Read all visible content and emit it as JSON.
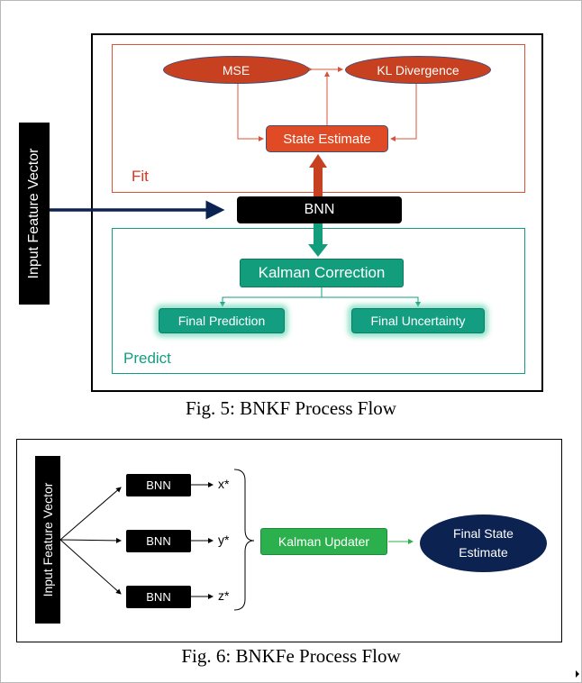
{
  "fig5": {
    "caption": "Fig. 5: BNKF Process Flow",
    "input_label": "Input  Feature Vector",
    "fit": {
      "label": "Fit",
      "mse": "MSE",
      "kl": "KL Divergence",
      "state_estimate": "State Estimate"
    },
    "bnn": "BNN",
    "predict": {
      "label": "Predict",
      "kalman_correction": "Kalman Correction",
      "final_prediction": "Final Prediction",
      "final_uncertainty": "Final Uncertainty"
    }
  },
  "fig6": {
    "caption": "Fig. 6: BNKFe Process Flow",
    "input_label": "Input  Feature Vector",
    "bnns": [
      {
        "label": "BNN",
        "output": "x*"
      },
      {
        "label": "BNN",
        "output": "y*"
      },
      {
        "label": "BNN",
        "output": "z*"
      }
    ],
    "kalman_updater": "Kalman Updater",
    "final_state_line1": "Final State",
    "final_state_line2": "Estimate"
  },
  "colors": {
    "fit": "#d9533a",
    "predict": "#139e82",
    "kalman_updater": "#2bb04d",
    "final_state": "#0c2352"
  }
}
